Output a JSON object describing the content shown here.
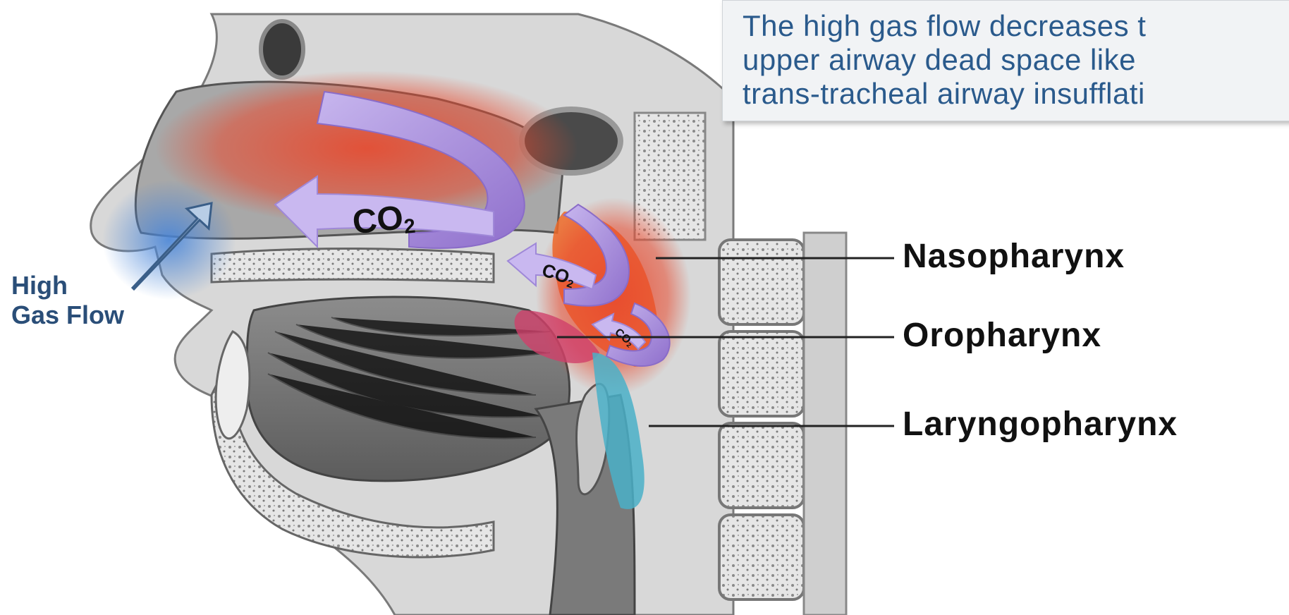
{
  "callout": {
    "lines": [
      "The high gas flow decreases t",
      "upper airway dead space like",
      "trans-tracheal airway insufflati"
    ]
  },
  "labels": {
    "nasopharynx": "Nasopharynx",
    "oropharynx": "Oropharynx",
    "laryngopharynx": "Laryngopharynx",
    "high_gas_flow_line1": "High",
    "high_gas_flow_line2": "Gas Flow"
  },
  "co2": {
    "symbol": "CO",
    "subscript": "2"
  },
  "colors": {
    "callout_text": "#2a5a8c",
    "flow_label": "#2a4e78",
    "co2_highlight": "#e8482c",
    "arrow_fill": "#a98ad8",
    "nasopharynx_fill": "#ee6a28",
    "oropharynx_fill": "#d0406a",
    "laryngopharynx_fill": "#4ab0c8",
    "flow_glow": "#4a86d8"
  },
  "icons": {
    "flow_arrow": "up-right-arrow-icon",
    "co2_arrow": "curved-arrow-icon"
  }
}
